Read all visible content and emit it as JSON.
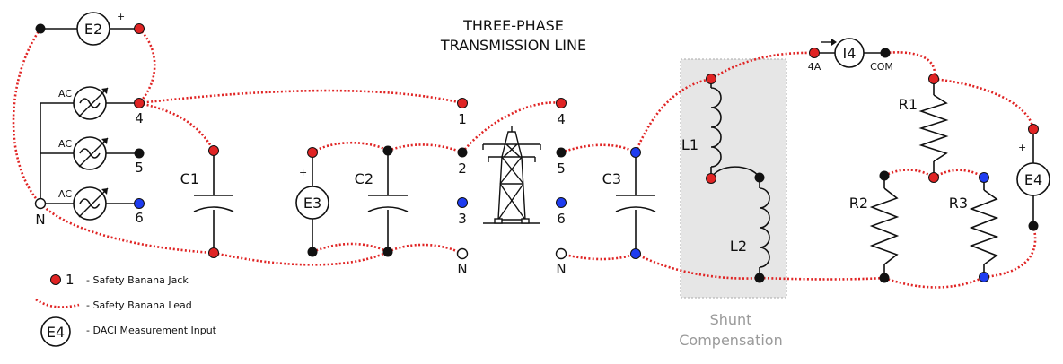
{
  "title": {
    "line1": "THREE-PHASE",
    "line2": "TRANSMISSION LINE"
  },
  "colors": {
    "red_jack": "#e02424",
    "black_jack": "#111111",
    "blue_jack": "#1e3cf0",
    "lead": "#e02424",
    "shunt_bg": "#e6e6e6"
  },
  "meters": {
    "e2": "E2",
    "e3": "E3",
    "e4": "E4",
    "i4": "I4"
  },
  "plus_sign": "+",
  "sources": {
    "ac1": "AC",
    "ac2": "AC",
    "ac3": "AC"
  },
  "terminals": {
    "src_4": "4",
    "src_5": "5",
    "src_6": "6",
    "src_n": "N",
    "tl_1": "1",
    "tl_2": "2",
    "tl_3": "3",
    "tl_n_in": "N",
    "tl_4": "4",
    "tl_5": "5",
    "tl_6": "6",
    "tl_n_out": "N"
  },
  "components": {
    "c1": "C1",
    "c2": "C2",
    "c3": "C3",
    "l1": "L1",
    "l2": "L2",
    "r1": "R1",
    "r2": "R2",
    "r3": "R3"
  },
  "i4_terminals": {
    "in": "4A",
    "out": "COM"
  },
  "shunt": {
    "line1": "Shunt",
    "line2": "Compensation"
  },
  "legend": {
    "jack_number": "1",
    "jack": "- Safety Banana Jack",
    "lead": "- Safety Banana Lead",
    "meter_symbol": "E4",
    "meter": "- DACI Measurement Input"
  }
}
